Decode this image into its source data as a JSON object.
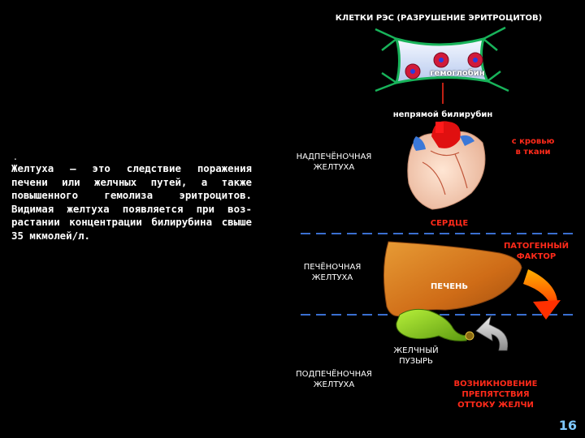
{
  "diagram": {
    "title": "КЛЕТКИ РЭС (РАЗРУШЕНИЕ ЭРИТРОЦИТОВ)",
    "hemoglobin": "гемоглобин",
    "indirect_bilirubin": "непрямой билирубин",
    "blood_to_tissues": [
      "с кровью",
      "в ткани"
    ],
    "prehepatic": [
      "НАДПЕЧЁНОЧНАЯ",
      "ЖЕЛТУХА"
    ],
    "heart": "СЕРДЦЕ",
    "pathogenic_factor": [
      "ПАТОГЕННЫЙ",
      "ФАКТОР"
    ],
    "hepatic": [
      "ПЕЧЁНОЧНАЯ",
      "ЖЕЛТУХА"
    ],
    "liver": "ПЕЧЕНЬ",
    "gallbladder": [
      "ЖЕЛЧНЫЙ",
      "ПУЗЫРЬ"
    ],
    "posthepatic": [
      "ПОДПЕЧЁНОЧНАЯ",
      "ЖЕЛТУХА"
    ],
    "obstruction": [
      "ВОЗНИКНОВЕНИЕ",
      "ПРЕПЯТСТВИЯ",
      "ОТТОКУ ЖЕЛЧИ"
    ]
  },
  "text": {
    "bullet": ".",
    "body": "   Желтуха – это следствие поражения печени или желчных путей, а также повышенного гемолиза эритроцитов. Видимая желтуха появляется при воз-растании концентрации билирубина свыше 35 мкмолей/л."
  },
  "slide_number": "16",
  "colors": {
    "background": "#000000",
    "label_white": "#ffffff",
    "label_red": "#ff2a1a",
    "liver": "#d9781e",
    "gallbladder": "#8fd01e",
    "divider": "#3a6fd0",
    "slide_number": "#7ec8ff"
  }
}
